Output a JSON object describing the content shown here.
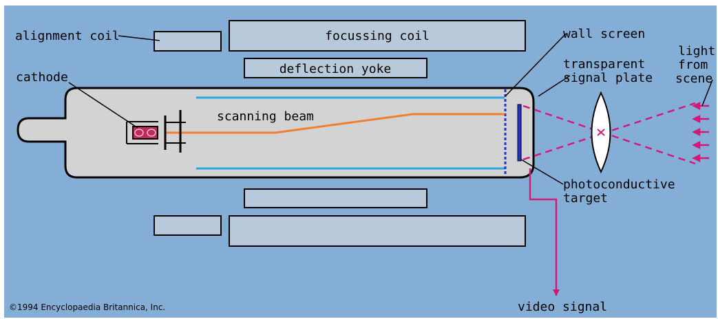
{
  "colors": {
    "background": "#85aed6",
    "tube_fill": "#d3d3d3",
    "coil_fill": "#b8c9dc",
    "outline": "#000000",
    "beam": "#f08030",
    "electrode_lines": "#2ba6de",
    "light_rays": "#d01a78",
    "signal_line": "#d01a78",
    "mesh": "#2233cc"
  },
  "labels": {
    "alignment_coil": "alignment coil",
    "focussing_coil": "focussing coil",
    "deflection_yoke": "deflection yoke",
    "cathode": "cathode",
    "scanning_beam": "scanning beam",
    "wall_screen": "wall screen",
    "transparent_signal_plate": [
      "transparent",
      "signal plate"
    ],
    "light_from_scene": [
      "light",
      "from",
      "scene"
    ],
    "photoconductive_target": [
      "photoconductive",
      "target"
    ],
    "video_signal": "video signal"
  },
  "credit": "©1994 Encyclopaedia Britannica, Inc."
}
